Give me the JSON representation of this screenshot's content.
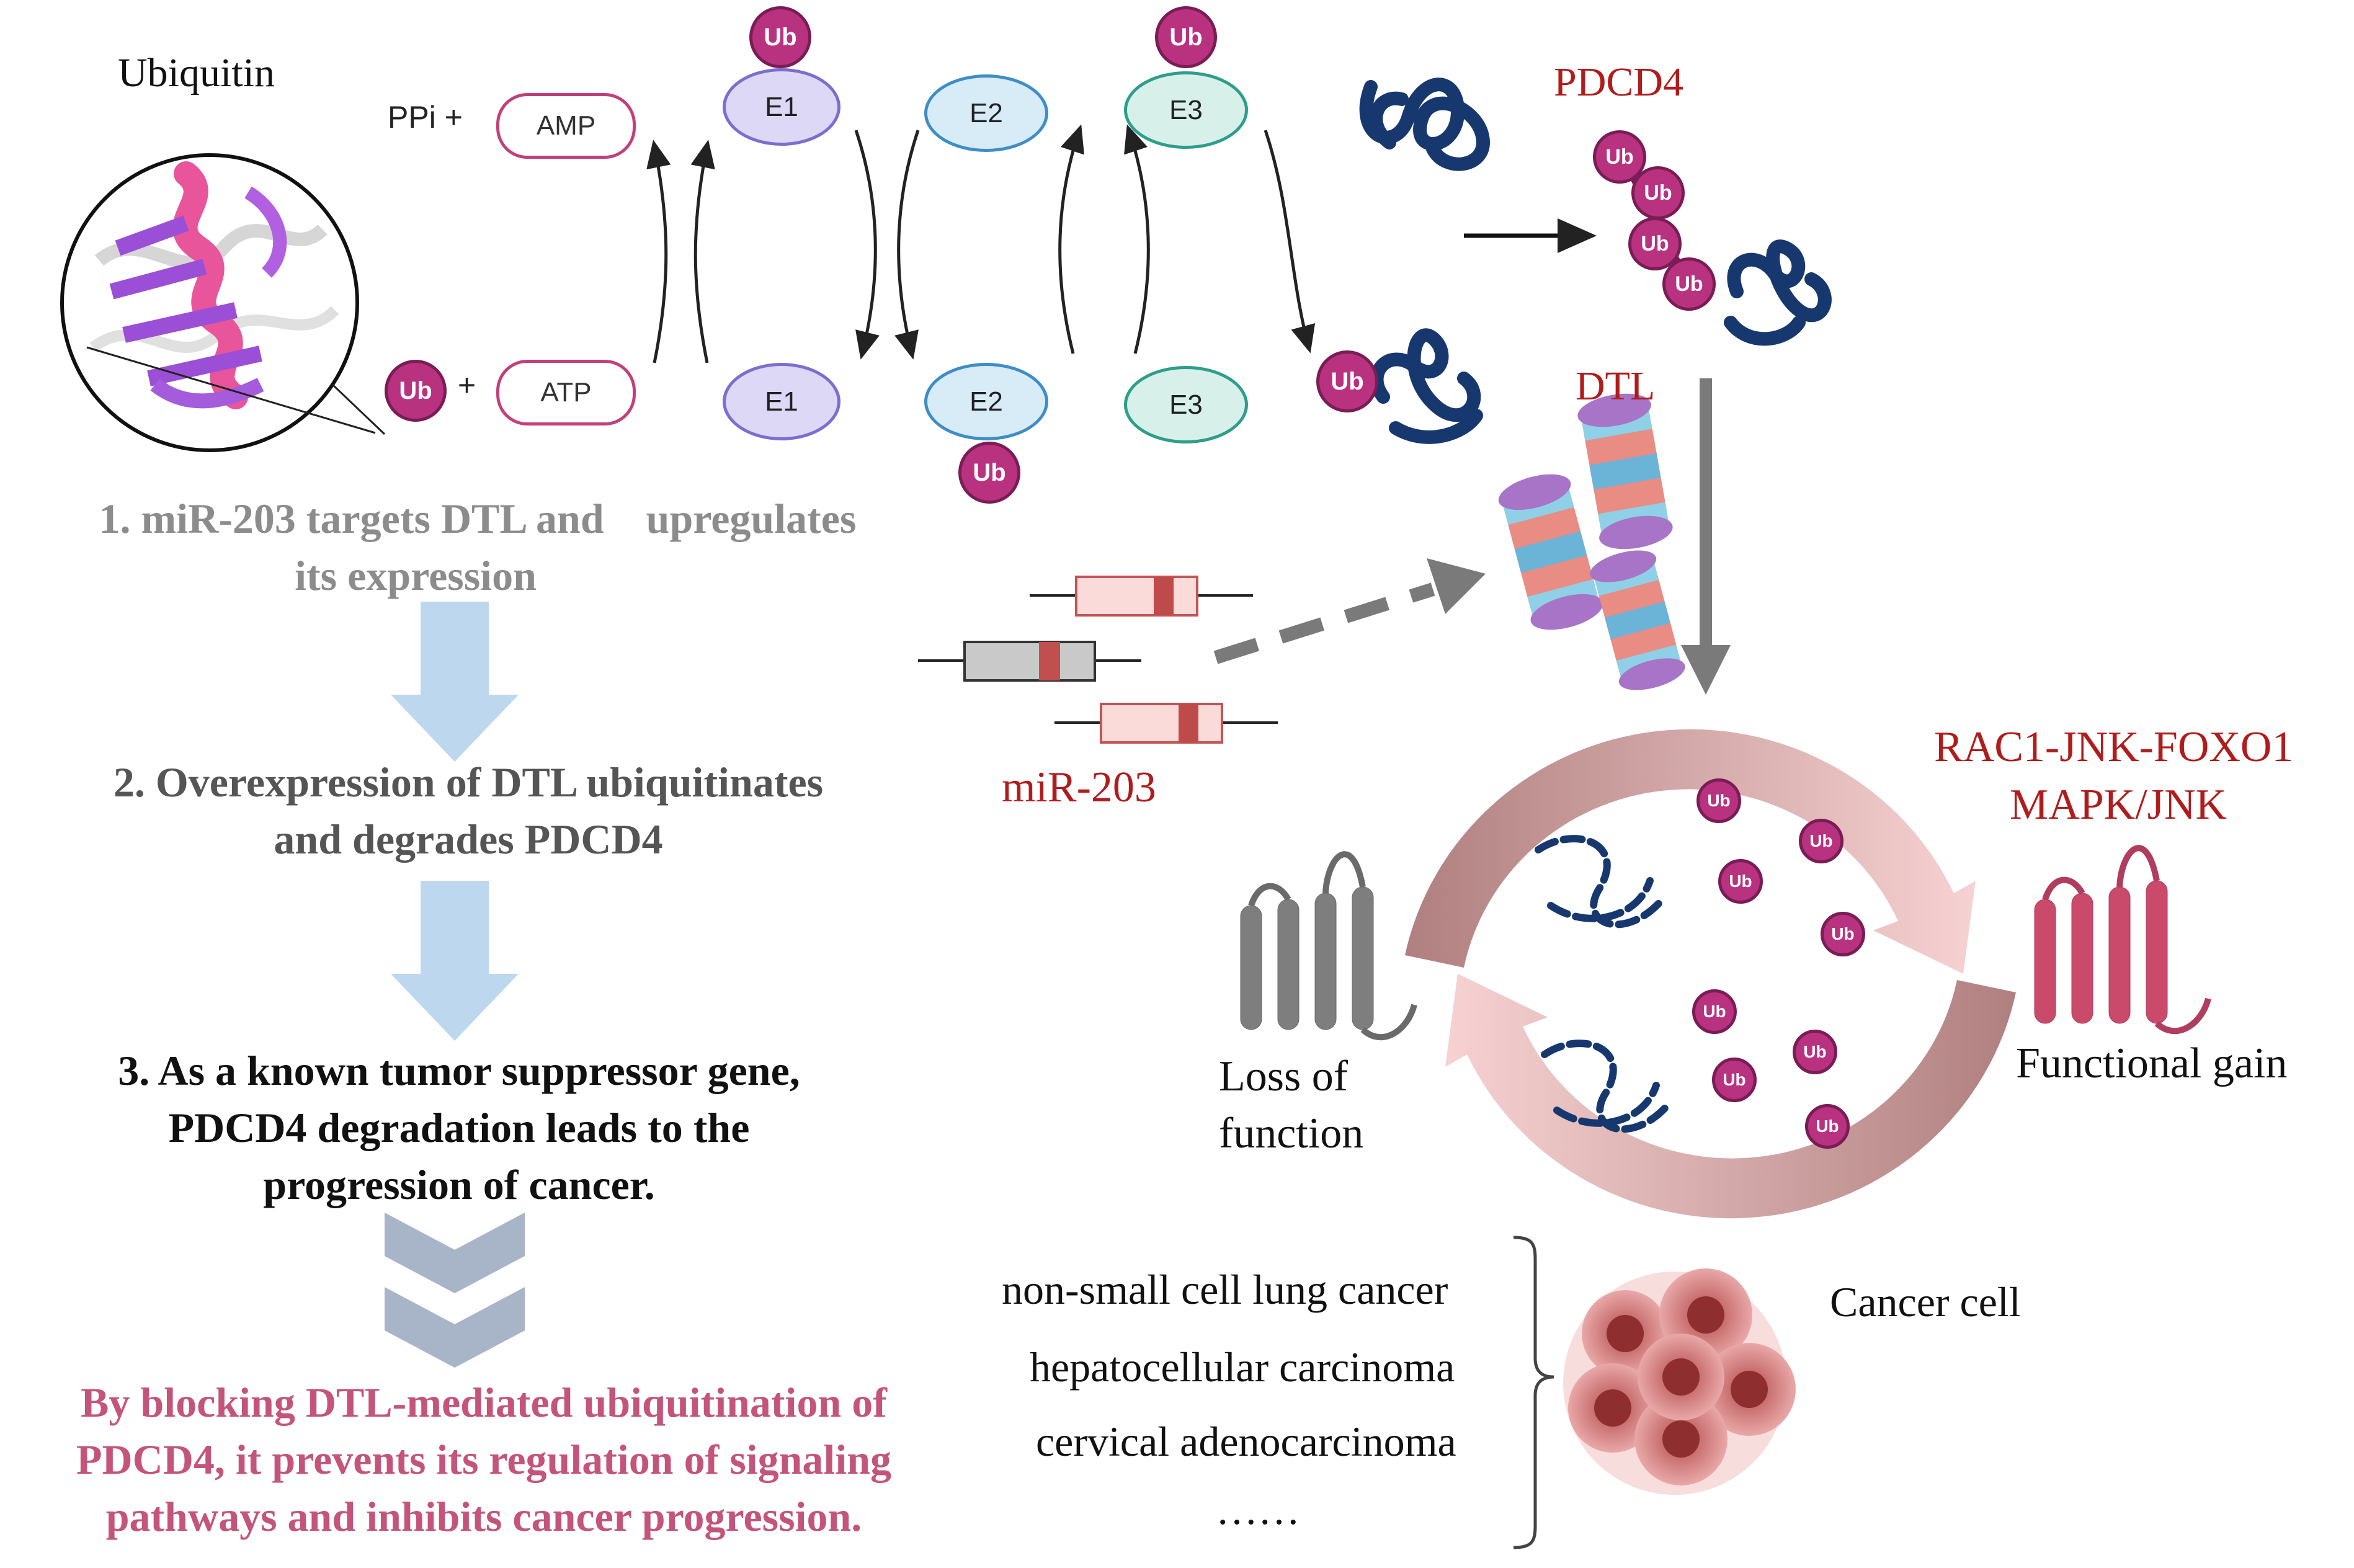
{
  "ubiquitin_title": "Ubiquitin",
  "cascade": {
    "ppi": "PPi +",
    "amp": "AMP",
    "atp": "ATP",
    "plus": "+",
    "e1": "E1",
    "e2": "E2",
    "e3": "E3",
    "ub": "Ub"
  },
  "pdcd4_label": "PDCD4",
  "dtl_label": "DTL",
  "mir_label": "miR-203",
  "steps": {
    "step1_line1": "1. miR-203 targets DTL and    upregulates",
    "step1_line2": "its expression",
    "step2_line1": "2. Overexpression of DTL ubiquitinates",
    "step2_line2": "and degrades PDCD4",
    "step3_line1": "3. As a known tumor suppressor gene,",
    "step3_line2": "PDCD4 degradation leads to the",
    "step3_line3": "progression of cancer.",
    "conclusion_line1": "By blocking DTL-mediated ubiquitination of",
    "conclusion_line2": "PDCD4, it prevents its regulation of signaling",
    "conclusion_line3": "pathways and inhibits cancer progression."
  },
  "pathways": {
    "line1": "RAC1-JNK-FOXO1",
    "line2": "MAPK/JNK"
  },
  "loss_line1": "Loss of",
  "loss_line2": "function",
  "gain_label": "Functional gain",
  "cancer_cell_label": "Cancer cell",
  "cancers": [
    "non-small cell lung cancer",
    "hepatocellular carcinoma",
    "cervical adenocarcinoma",
    "……"
  ],
  "colors": {
    "ub_fill": "#b8327f",
    "e1_fill": "#dcd8f5",
    "e2_fill": "#d7ecf7",
    "e3_fill": "#d7f0ea",
    "protein_blue": "#17386e",
    "arrow_blue": "#bcd7ee",
    "chevron": "#a8b4c8",
    "title_red": "#b01c1c",
    "conclusion_pink": "#c4547a"
  }
}
